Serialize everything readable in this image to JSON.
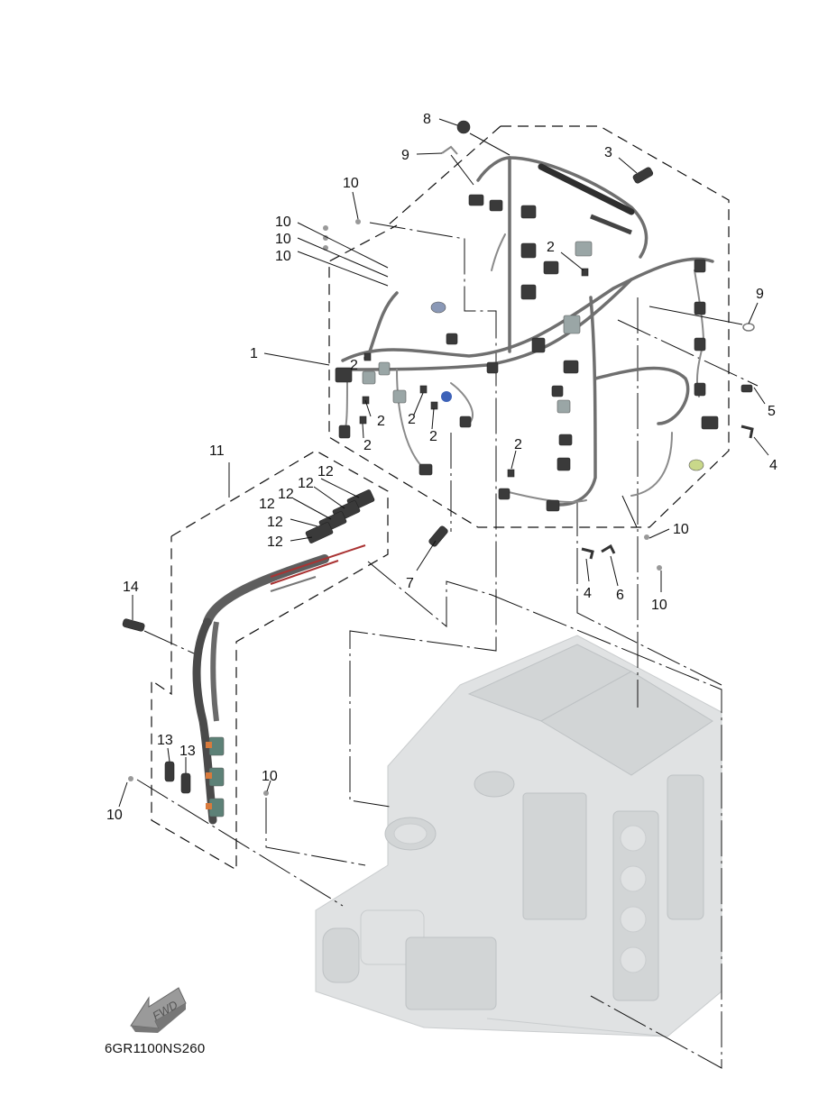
{
  "diagram_code": "6GR1100NS260",
  "fwd_label": "FWD",
  "callouts": {
    "c1": "1",
    "c2a": "2",
    "c2b": "2",
    "c2c": "2",
    "c2d": "2",
    "c2e": "2",
    "c2f": "2",
    "c2g": "2",
    "c3": "3",
    "c4a": "4",
    "c4b": "4",
    "c5": "5",
    "c6": "6",
    "c7": "7",
    "c8": "8",
    "c9a": "9",
    "c9b": "9",
    "c10a": "10",
    "c10b": "10",
    "c10c": "10",
    "c10d": "10",
    "c10e": "10",
    "c10f": "10",
    "c10g": "10",
    "c10h": "10",
    "c11": "11",
    "c12a": "12",
    "c12b": "12",
    "c12c": "12",
    "c12d": "12",
    "c12e": "12",
    "c13a": "13",
    "c13b": "13",
    "c14": "14"
  }
}
